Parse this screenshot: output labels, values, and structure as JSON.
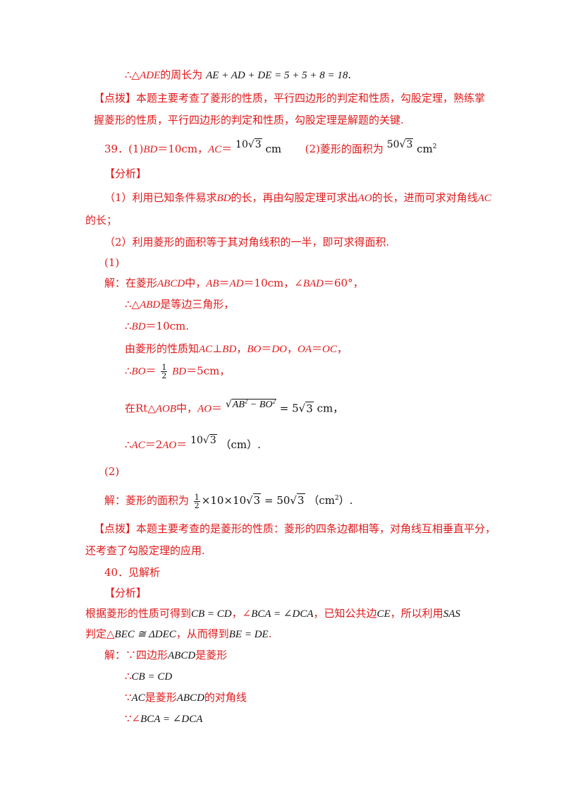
{
  "l01": {
    "a": "∴△",
    "b": "ADE",
    "c": "的周长为",
    "d": "AE + AD + DE = 5 + 5 + 8 = 18",
    "e": "."
  },
  "l02": {
    "text": "【点拨】本题主要考查了菱形的性质，平行四边形的判定和性质，勾股定理，熟练掌"
  },
  "l03": {
    "text": "握菱形的性质，平行四边形的判定和性质，勾股定理是解题的关键."
  },
  "l04": {
    "a": "39．(1)",
    "b": "BD",
    "c": "＝10cm，",
    "d": "AC",
    "e": "＝",
    "f": "10",
    "g": "√",
    "h": "3",
    "i": "cm",
    "j": "(2)菱形的面积为",
    "k": "50",
    "l": "√",
    "m": "3",
    "n": "cm",
    "o": "2"
  },
  "l05": {
    "text": "【分析】"
  },
  "l06": {
    "a": "（1）利用已知条件易求",
    "b": "BD",
    "c": "的长，再由勾股定理可求出",
    "d": "AO",
    "e": "的长，进而可求对角线",
    "f": "AC"
  },
  "l07": {
    "text": "的长；"
  },
  "l08": {
    "text": "（2）利用菱形的面积等于其对角线积的一半，即可求得面积."
  },
  "l09": {
    "text": "(1)"
  },
  "l10": {
    "a": "解：在菱形",
    "b": "ABCD",
    "c": "中，",
    "d": "AB",
    "e": "＝",
    "f": "AD",
    "g": "＝10cm，∠",
    "h": "BAD",
    "i": "＝60°，"
  },
  "l11": {
    "a": "∴△",
    "b": "ABD",
    "c": "是等边三角形，"
  },
  "l12": {
    "a": "∴",
    "b": "BD",
    "c": "＝10cm."
  },
  "l13": {
    "a": "由菱形的性质知",
    "b": "AC",
    "c": "⊥",
    "d": "BD",
    "e": "，",
    "f": "BO",
    "g": "＝",
    "h": "DO",
    "i": "，",
    "j": "OA",
    "k": "＝",
    "l": "OC",
    "m": "，"
  },
  "l14": {
    "a": "∴",
    "b": "BO",
    "c": "＝",
    "num": "1",
    "den": "2",
    "d": "BD",
    "e": "＝5cm，"
  },
  "l15": {
    "a": "在Rt△",
    "b": "AOB",
    "c": "中，",
    "d": "AO",
    "e": "＝",
    "f": "√",
    "g": "AB",
    "h": "2",
    "i": " − ",
    "j": "BO",
    "k": "2",
    "l": " = 5",
    "m": "√",
    "n": "3",
    "o": "cm，"
  },
  "l16": {
    "a": "∴",
    "b": "AC",
    "c": "＝2",
    "d": "AO",
    "e": "＝",
    "f": "10",
    "g": "√",
    "h": "3",
    "i": "（cm）."
  },
  "l17": {
    "text": "(2)"
  },
  "l18": {
    "a": "解：菱形的面积为",
    "num": "1",
    "den": "2",
    "b": "×10×10",
    "c": "√",
    "d": "3",
    "e": " = 50",
    "f": "√",
    "g": "3",
    "h": "（cm",
    "i": "2",
    "j": "）."
  },
  "l19": {
    "text": "【点拨】本题主要考查的是菱形的性质：菱形的四条边都相等，对角线互相垂直平分，"
  },
  "l20": {
    "text": "还考查了勾股定理的应用."
  },
  "l21": {
    "text": "40．见解析"
  },
  "l22": {
    "text": "【分析】"
  },
  "l23": {
    "a": "根据菱形的性质可得到",
    "b": "CB = CD",
    "c": "，∠",
    "d": "BCA = ∠DCA",
    "e": "，已知公共边",
    "f": "CE",
    "g": "，所以利用",
    "h": "SAS"
  },
  "l24": {
    "a": "判定△",
    "b": "BEC ≅ ΔDEC",
    "c": "，从而得到",
    "d": "BE = DE",
    "e": "."
  },
  "l25": {
    "a": "解：∵四边形",
    "b": "ABCD",
    "c": "是菱形"
  },
  "l26": {
    "a": "∴",
    "b": "CB = CD"
  },
  "l27": {
    "a": "∵",
    "b": "AC",
    "c": "是菱形",
    "d": "ABCD",
    "e": "的对角线"
  },
  "l28": {
    "a": "∵",
    "b": "∠",
    "c": "BCA = ∠DCA"
  },
  "colors": {
    "accent_red": "#e0191b",
    "text": "#111111"
  }
}
